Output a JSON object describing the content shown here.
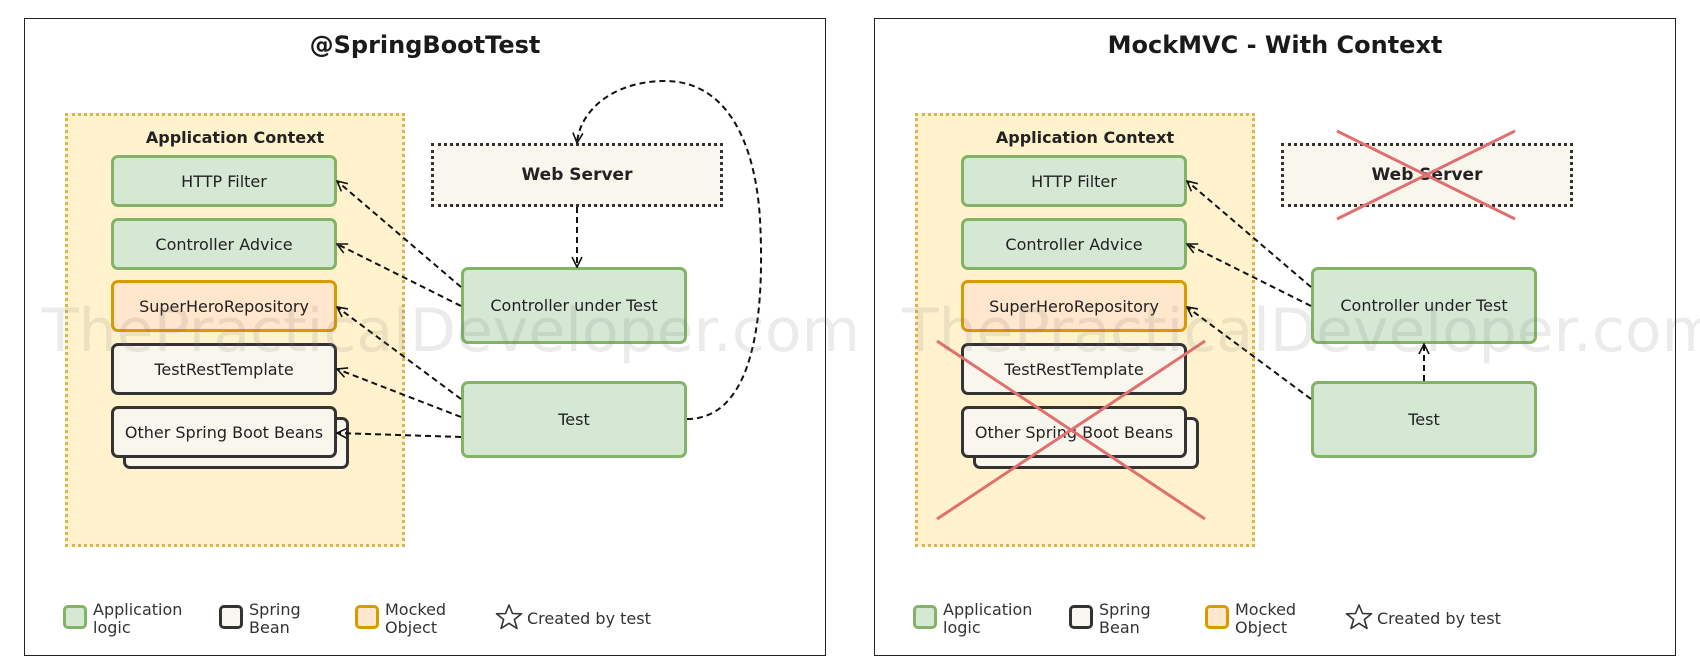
{
  "left": {
    "title": "@SpringBootTest",
    "context_label": "Application Context",
    "boxes": {
      "http_filter": "HTTP Filter",
      "controller_advice": "Controller Advice",
      "repository": "SuperHeroRepository",
      "test_rest_template": "TestRestTemplate",
      "other_beans": "Other Spring Boot Beans",
      "web_server": "Web Server",
      "controller_under_test": "Controller under Test",
      "test": "Test"
    }
  },
  "right": {
    "title": "MockMVC - With Context",
    "context_label": "Application Context",
    "boxes": {
      "http_filter": "HTTP Filter",
      "controller_advice": "Controller Advice",
      "repository": "SuperHeroRepository",
      "test_rest_template": "TestRestTemplate",
      "other_beans": "Other Spring Boot Beans",
      "web_server": "Web Server",
      "controller_under_test": "Controller under Test",
      "test": "Test"
    }
  },
  "legend": {
    "app_logic": "Application logic",
    "spring_bean": "Spring Bean",
    "mocked_object": "Mocked Object",
    "created_by_test": "Created by test"
  },
  "watermark": "ThePracticalDeveloper.com",
  "colors": {
    "app_fill": "#d5e8d4",
    "app_border": "#82b366",
    "bean_fill": "#f9f7ed",
    "bean_border": "#333333",
    "mock_fill": "#ffe6cc",
    "mock_border": "#d79b00",
    "context_fill": "#fff2cc",
    "context_border": "#d6b656",
    "cross": "#e07070"
  }
}
